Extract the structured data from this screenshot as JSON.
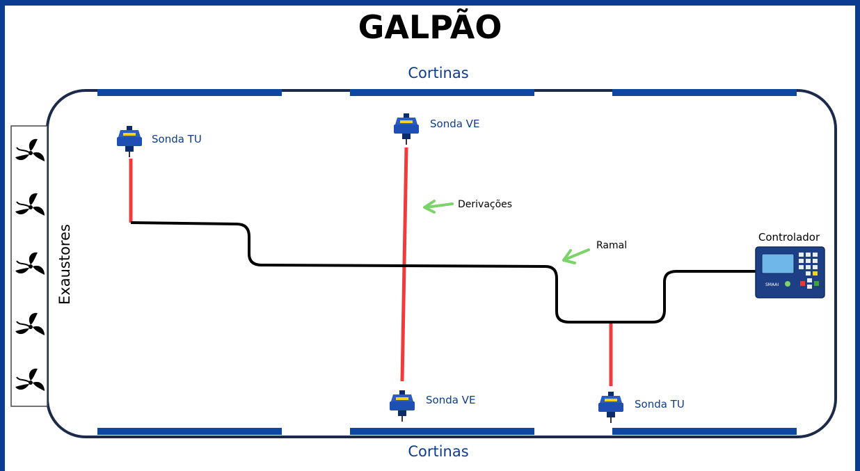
{
  "title": "GALPÃO",
  "curtains": {
    "top_label": "Cortinas",
    "bottom_label": "Cortinas"
  },
  "exhaust": {
    "label": "Exaustores",
    "fan_count": 5,
    "icon": "fan-icon"
  },
  "probes": {
    "top_left": "Sonda TU",
    "top_middle": "Sonda VE",
    "bottom_middle": "Sonda VE",
    "bottom_right": "Sonda TU",
    "icon": "sensor-probe-icon"
  },
  "annotations": {
    "branches": "Derivações",
    "main_line": "Ramal"
  },
  "controller": {
    "label": "Controlador",
    "brand": "SMAAI",
    "icon": "controller-icon"
  },
  "colors": {
    "frame": "#0a3d91",
    "curtain": "#0d47a1",
    "building_outline": "#1b2a4a",
    "main_line": "#000000",
    "branch_line": "#ef3b3b",
    "arrow": "#7bd36a",
    "probe": "#1f4fb5",
    "controller_panel": "#1d3f86"
  }
}
